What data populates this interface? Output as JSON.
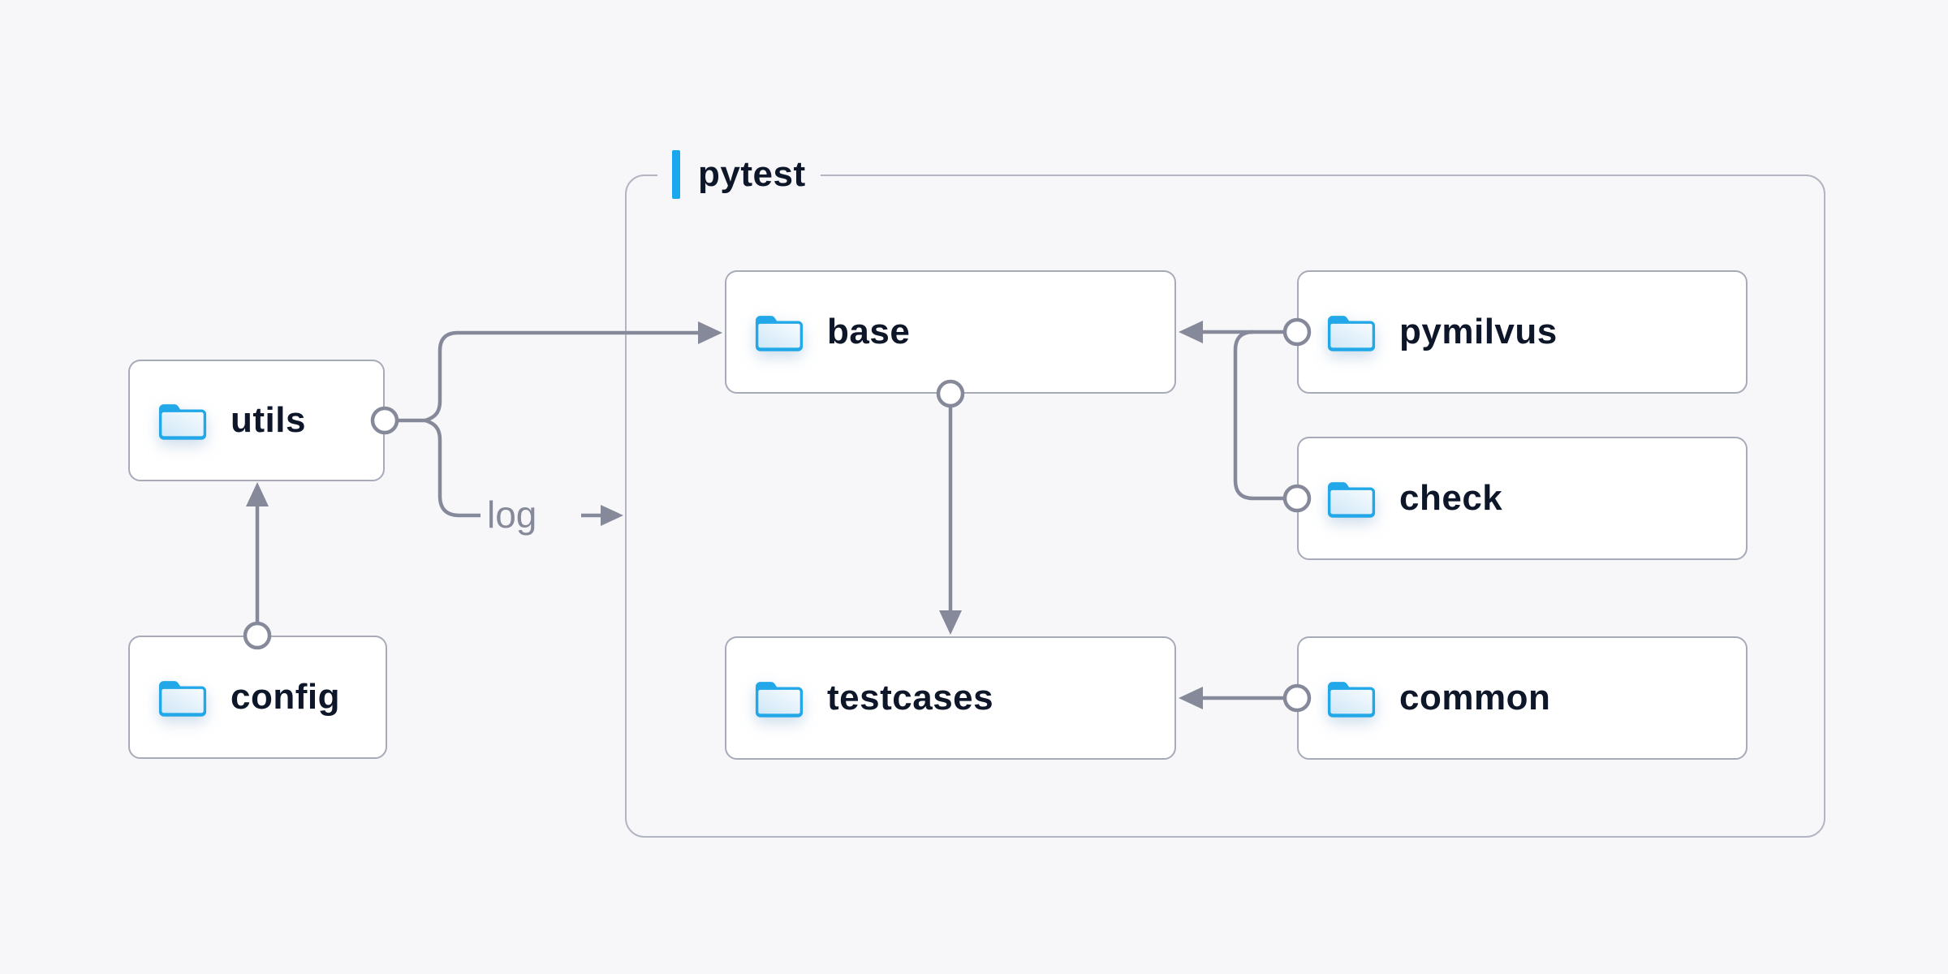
{
  "diagram": {
    "title_group": {
      "label": "pytest"
    },
    "edge_label": {
      "text": "log"
    },
    "nodes": [
      {
        "id": "utils",
        "label": "utils",
        "icon": "folder-icon"
      },
      {
        "id": "config",
        "label": "config",
        "icon": "folder-icon"
      },
      {
        "id": "base",
        "label": "base",
        "icon": "folder-icon"
      },
      {
        "id": "pymilvus",
        "label": "pymilvus",
        "icon": "folder-icon"
      },
      {
        "id": "check",
        "label": "check",
        "icon": "folder-icon"
      },
      {
        "id": "testcases",
        "label": "testcases",
        "icon": "folder-icon"
      },
      {
        "id": "common",
        "label": "common",
        "icon": "folder-icon"
      }
    ],
    "edges": [
      {
        "from": "config",
        "to": "utils"
      },
      {
        "from": "utils",
        "to": "base"
      },
      {
        "from": "utils",
        "to": "log"
      },
      {
        "from": "base",
        "to": "testcases"
      },
      {
        "from": "pymilvus",
        "to": "base"
      },
      {
        "from": "pymilvus",
        "to": "check-branch"
      },
      {
        "from": "common",
        "to": "testcases"
      }
    ],
    "colors": {
      "background": "#f7f7f9",
      "accent_blue": "#1ba7ee",
      "folder_blue": "#22a7e8",
      "connector_gray": "#85899a",
      "node_border": "#a7abb8",
      "group_border": "#b3b6c2",
      "text_navy": "#0e1729"
    }
  }
}
